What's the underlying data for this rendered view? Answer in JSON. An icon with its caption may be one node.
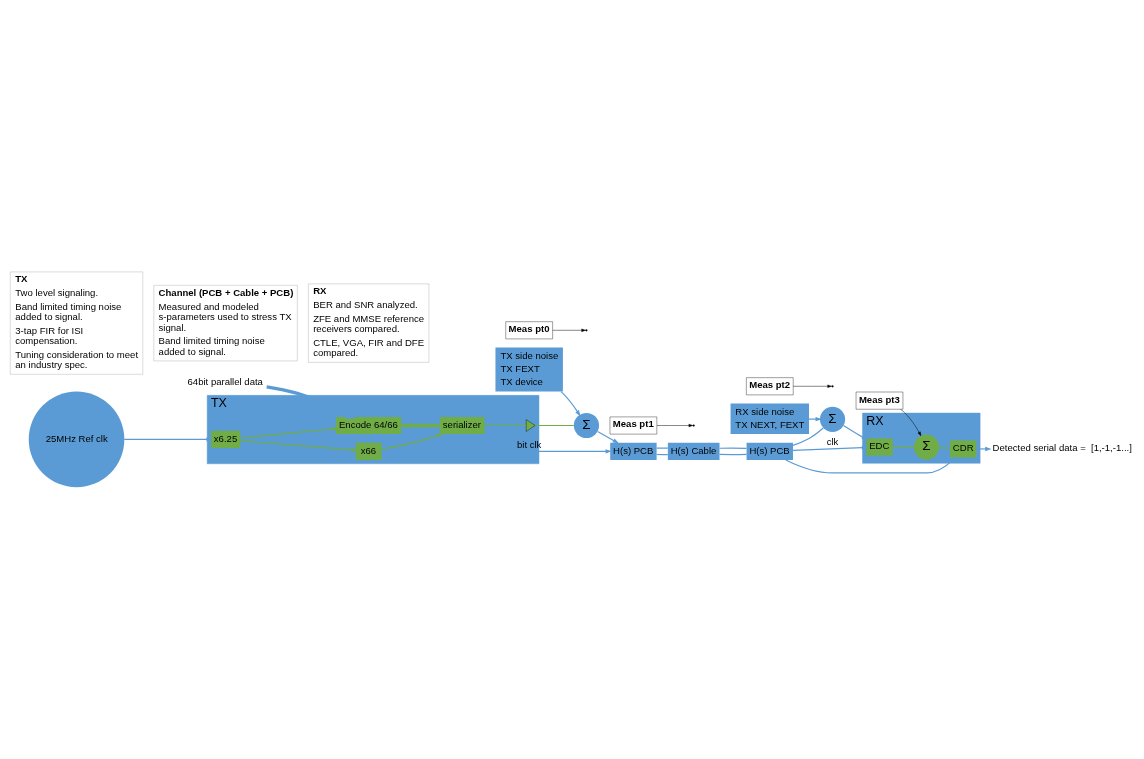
{
  "diagram": {
    "nodes": [
      {
        "text": [
          "TX"
        ]
      },
      {
        "text": [
          "25MHz Ref clk"
        ]
      },
      {
        "text": [
          "x6.25"
        ],
        "in": 0
      },
      {
        "text": [
          "x66"
        ],
        "in": 0
      },
      {
        "text": [
          "Encode 64/66"
        ],
        "in": 0
      },
      {
        "text": [
          "serializer"
        ],
        "in": 0
      },
      {
        "text": [],
        "shape": "triangle",
        "in": 0
      },
      {
        "text": [
          "TX side noise",
          "TX FEXT",
          "TX device"
        ]
      },
      {
        "text": [
          "Σ"
        ]
      },
      {
        "text": [
          "H(s) PCB"
        ]
      },
      {
        "text": [
          "H(s) Cable"
        ]
      },
      {
        "text": [
          "H(s) PCB"
        ]
      },
      {
        "text": [
          "RX side noise",
          "TX NEXT, FEXT"
        ]
      },
      {
        "text": [
          "Σ"
        ]
      },
      {
        "text": [
          "RX"
        ]
      },
      {
        "text": [
          "EDC"
        ],
        "in": 14
      },
      {
        "text": [
          "Σ"
        ],
        "in": 14
      },
      {
        "text": [
          "CDR"
        ],
        "in": 14
      },
      {
        "text": [
          "Meas pt0"
        ]
      },
      {
        "text": [
          "Meas pt1"
        ]
      },
      {
        "text": [
          "Meas pt2"
        ]
      },
      {
        "text": [
          "Meas pt3"
        ]
      },
      {
        "text": [
          "64bit parallel data"
        ]
      },
      {
        "text": [
          "Detected serial data =  [1,-1,-1...]"
        ]
      },
      {
        "text": [
          "TX",
          "Two level signaling.",
          "Band limited timing noise added to signal.",
          "3-tap FIR for ISI compensation.",
          "Tuning consideration to meet an industry spec."
        ]
      },
      {
        "text": [
          "Channel (PCB + Cable + PCB)",
          "Measured and modeled s-parameters used to stress TX signal.",
          "Band limited timing noise added to signal."
        ]
      },
      {
        "text": [
          "RX",
          "BER and SNR analyzed.",
          "ZFE and MMSE reference receivers compared.",
          "CTLE, VGA, FIR and DFE compared."
        ]
      }
    ],
    "edges": [
      {
        "from": 1,
        "to": 2,
        "arrow": "to"
      },
      {
        "from": 2,
        "to": 3,
        "arrow": "to",
        "color": "#70ad47"
      },
      {
        "from": 2,
        "to": 4,
        "arrow": "to",
        "color": "#70ad47"
      },
      {
        "from": 3,
        "to": 5,
        "arrow": "to",
        "color": "#70ad47"
      },
      {
        "from": 3,
        "to": 9,
        "arrow": "to",
        "label": "bit clk"
      },
      {
        "from": 22,
        "to": 4,
        "arrow": "to",
        "style": "thick"
      },
      {
        "from": 4,
        "to": 5,
        "arrow": "none",
        "style": "thick",
        "color": "#70ad47"
      },
      {
        "from": 5,
        "to": 6,
        "arrow": "none",
        "color": "#70ad47"
      },
      {
        "from": 6,
        "to": 8,
        "arrow": "none",
        "color": "#70ad47"
      },
      {
        "from": 7,
        "to": 8,
        "arrow": "to"
      },
      {
        "from": 8,
        "to": 9,
        "arrow": "to"
      },
      {
        "from": 9,
        "to": 10,
        "arrow": "none"
      },
      {
        "from": 9,
        "to": 10,
        "arrow": "none"
      },
      {
        "from": 10,
        "to": 11,
        "arrow": "none"
      },
      {
        "from": 10,
        "to": 11,
        "arrow": "none"
      },
      {
        "from": 11,
        "to": 13,
        "arrow": "none"
      },
      {
        "from": 12,
        "to": 13,
        "arrow": "to"
      },
      {
        "from": 11,
        "to": 15,
        "arrow": "to",
        "label": "clk"
      },
      {
        "from": 11,
        "to": 17,
        "arrow": "to"
      },
      {
        "from": 13,
        "to": 15,
        "arrow": "to"
      },
      {
        "from": 15,
        "to": 16,
        "arrow": "none",
        "color": "#70ad47"
      },
      {
        "from": 16,
        "to": 17,
        "arrow": "none",
        "color": "#70ad47"
      },
      {
        "from": 17,
        "to": 23,
        "arrow": "to"
      },
      {
        "from": 18,
        "to": null,
        "arrow": "to",
        "color": "#000000"
      },
      {
        "from": 19,
        "to": null,
        "arrow": "to",
        "color": "#000000"
      },
      {
        "from": 20,
        "to": null,
        "arrow": "to",
        "color": "#000000"
      },
      {
        "from": 21,
        "to": 16,
        "arrow": "to",
        "color": "#000000"
      }
    ]
  }
}
